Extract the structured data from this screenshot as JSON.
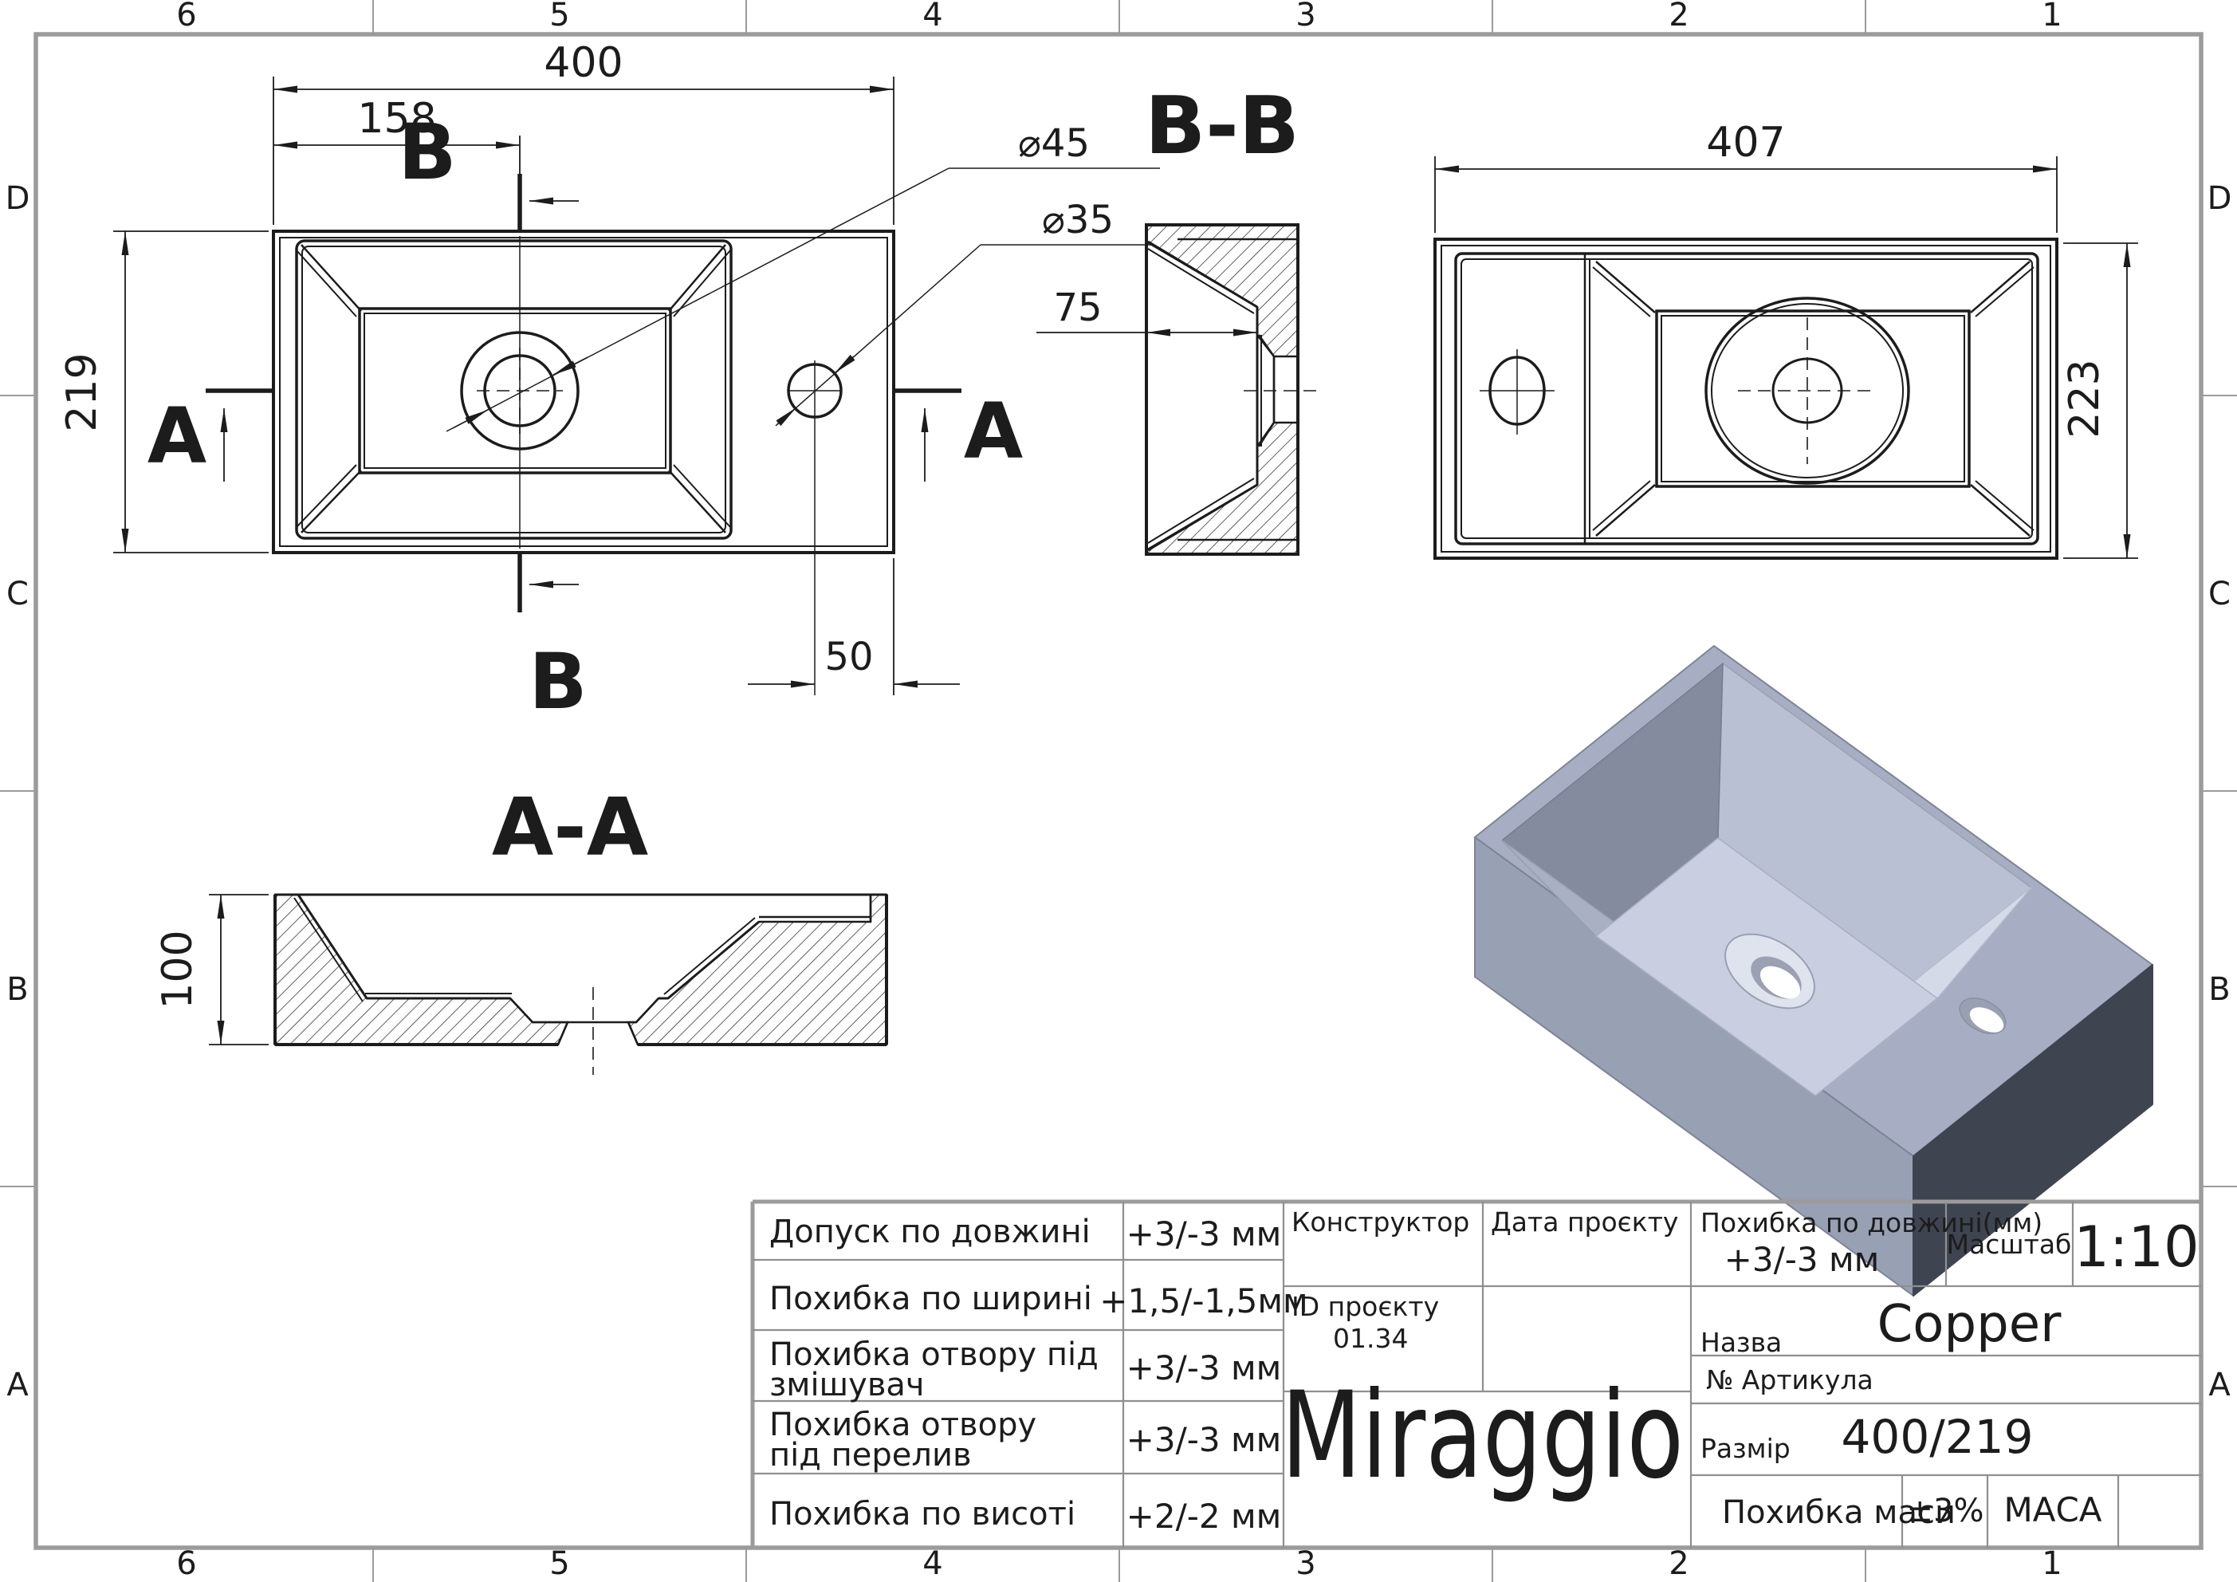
{
  "sheet": {
    "grid_columns": [
      "6",
      "5",
      "4",
      "3",
      "2",
      "1"
    ],
    "grid_rows": [
      "D",
      "C",
      "B",
      "A"
    ]
  },
  "views": {
    "plan": {
      "dim_width": "400",
      "dim_drain_offset": "158",
      "dim_height": "219",
      "dim_faucet_offset": "50",
      "drain_diameter": "⌀45",
      "faucet_diameter": "⌀35",
      "cut_label_b": "B",
      "cut_label_a": "A"
    },
    "section_bb": {
      "title": "B-B",
      "dim_basin_depth": "75"
    },
    "back_view": {
      "dim_width": "407",
      "dim_height": "223"
    },
    "section_aa": {
      "title": "A-A",
      "dim_height": "100"
    }
  },
  "title_block": {
    "tolerances": [
      {
        "label_line1": "Допуск по довжині",
        "label_line2": "",
        "value": "+3/-3 мм"
      },
      {
        "label_line1": "Похибка по ширині",
        "label_line2": "",
        "value": "+1,5/-1,5мм"
      },
      {
        "label_line1": "Похибка отвору під",
        "label_line2": "змішувач",
        "value": "+3/-3 мм"
      },
      {
        "label_line1": "Похибка отвору",
        "label_line2": "під перелив",
        "value": "+3/-3 мм"
      },
      {
        "label_line1": "Похибка по висоті",
        "label_line2": "",
        "value": "+2/-2 мм"
      }
    ],
    "designer_label": "Конструктор",
    "project_date_label": "Дата проєкту",
    "project_id_label": "ID проєкту",
    "project_id_value": "01.34",
    "brand": "Miraggio",
    "length_tolerance_label": "Похибка по довжині(мм)",
    "length_tolerance_value": "+3/-3 мм",
    "scale_label": "Масштаб",
    "scale_value": "1:10",
    "name_label": "Назва",
    "name_value": "Copper",
    "article_label": "№ Артикула",
    "size_label": "Размір",
    "size_value": "400/219",
    "mass_tolerance_label": "Похибка маси",
    "mass_tolerance_value": "±3%",
    "mass_label": "МАСА"
  },
  "colors": {
    "line": "#1c1c1c",
    "frame": "#9b9b9b",
    "iso_top": "#a7aec3",
    "iso_front_dark": "#3f4451",
    "iso_side": "#98a0b4",
    "iso_wall_bright": "#d5dae9",
    "iso_wall_back": "#bac0d4",
    "iso_wall_front": "#aab0c4",
    "iso_wall_dark": "#848b9f",
    "iso_floor": "#c9cfe0"
  }
}
